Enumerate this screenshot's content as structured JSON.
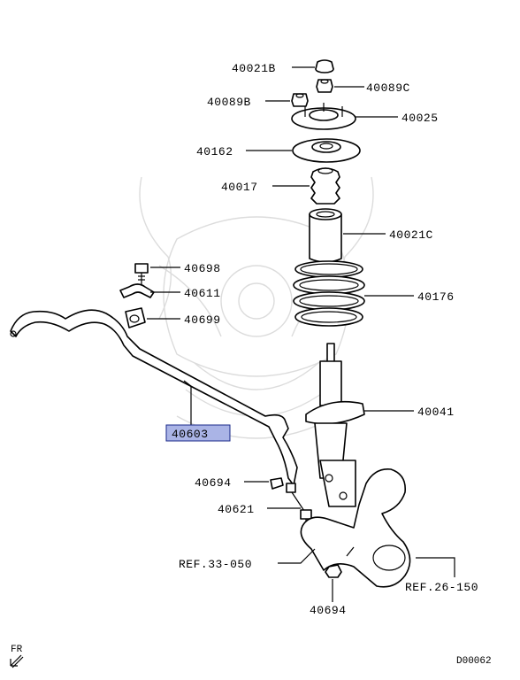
{
  "labels": {
    "p40021b": "40021B",
    "p40089c": "40089C",
    "p40089b": "40089B",
    "p40025": "40025",
    "p40162": "40162",
    "p40017": "40017",
    "p40021c": "40021C",
    "p40698": "40698",
    "p40611": "40611",
    "p40176": "40176",
    "p40699": "40699",
    "p40041": "40041",
    "p40603": "40603",
    "p40694a": "40694",
    "p40621": "40621",
    "ref33": "REF.33-050",
    "ref26": "REF.26-150",
    "p40694b": "40694"
  },
  "fr_label": "FR",
  "diagram_code": "D00062",
  "highlighted_part": "40603",
  "colors": {
    "highlight_fill": "#aab4e6",
    "highlight_border": "#1a2a8a",
    "watermark": "#dcdcdc"
  }
}
